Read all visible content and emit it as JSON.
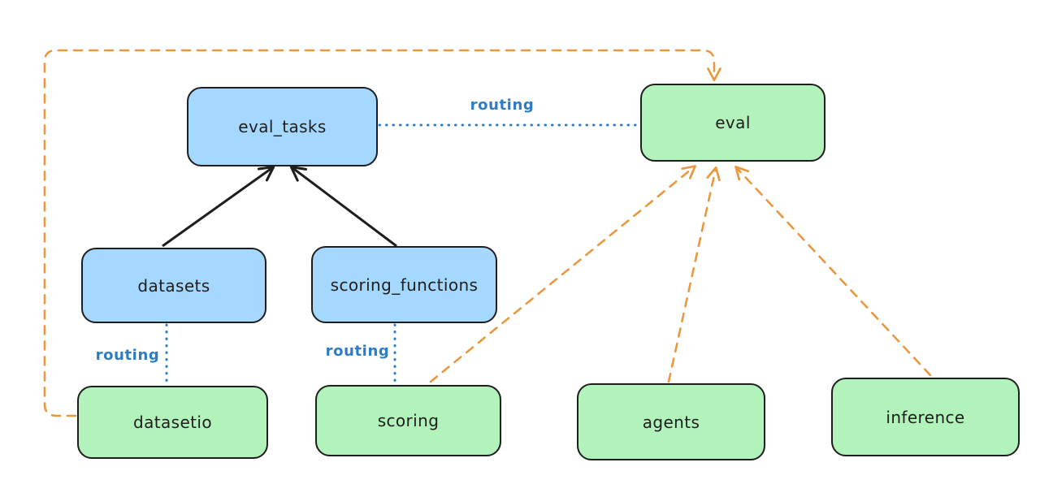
{
  "diagram": {
    "nodes": [
      {
        "id": "eval_tasks",
        "label": "eval_tasks",
        "kind": "resource-blue"
      },
      {
        "id": "eval",
        "label": "eval",
        "kind": "api-green"
      },
      {
        "id": "datasets",
        "label": "datasets",
        "kind": "resource-blue"
      },
      {
        "id": "scoring_functions",
        "label": "scoring_functions",
        "kind": "resource-blue"
      },
      {
        "id": "datasetio",
        "label": "datasetio",
        "kind": "api-green"
      },
      {
        "id": "scoring",
        "label": "scoring",
        "kind": "api-green"
      },
      {
        "id": "agents",
        "label": "agents",
        "kind": "api-green"
      },
      {
        "id": "inference",
        "label": "inference",
        "kind": "api-green"
      }
    ],
    "edges": [
      {
        "from": "datasets",
        "to": "eval_tasks",
        "style": "solid-arrow"
      },
      {
        "from": "scoring_functions",
        "to": "eval_tasks",
        "style": "solid-arrow"
      },
      {
        "from": "eval_tasks",
        "to": "eval",
        "style": "dotted",
        "label": "routing"
      },
      {
        "from": "datasets",
        "to": "datasetio",
        "style": "dotted",
        "label": "routing"
      },
      {
        "from": "scoring_functions",
        "to": "scoring",
        "style": "dotted",
        "label": "routing"
      },
      {
        "from": "datasetio",
        "to": "eval",
        "style": "dashed-arrow"
      },
      {
        "from": "scoring",
        "to": "eval",
        "style": "dashed-arrow"
      },
      {
        "from": "agents",
        "to": "eval",
        "style": "dashed-arrow"
      },
      {
        "from": "inference",
        "to": "eval",
        "style": "dashed-arrow"
      }
    ]
  },
  "colors": {
    "node_blue_fill": "#a5d8ff",
    "node_green_fill": "#b2f2bb",
    "node_stroke": "#1e1e1e",
    "edge_black": "#1e1e1e",
    "edge_blue": "#2e7cc3",
    "edge_orange": "#e8993f",
    "canvas_bg": "#ffffff"
  }
}
